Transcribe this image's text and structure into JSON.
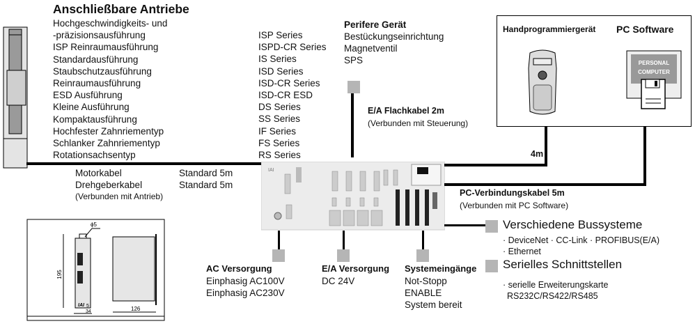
{
  "actuators": {
    "title": "Anschließbare Antriebe",
    "types": [
      "Hochgeschwindigkeits- und",
      "-präzisionsausführung",
      "ISP Reinraumausführung",
      "Standardausführung",
      "Staubschutzausführung",
      "Reinraumausführung",
      "ESD Ausführung",
      "Kleine Ausführung",
      "Kompaktausführung",
      "Hochfester Zahnriementyp",
      "Schlanker Zahnriementyp",
      "Rotationsachsentyp"
    ],
    "series": [
      "ISP Series",
      "ISPD-CR Series",
      "IS Series",
      "ISD Series",
      "ISD-CR Series",
      "ISD-CR ESD",
      "DS Series",
      "SS Series",
      "IF Series",
      "FS Series",
      "RS Series"
    ]
  },
  "cables": {
    "motor": "Motorkabel",
    "encoder": "Drehgeberkabel",
    "actuator_note": "(Verbunden mit Antrieb)",
    "motor_len": "Standard 5m",
    "encoder_len": "Standard 5m",
    "io_flat": "E/A Flachkabel 2m",
    "io_flat_note": "(Verbunden mit Steuerung)",
    "pendant_len": "4m",
    "pc_cable": "PC-Verbindungskabel 5m",
    "pc_cable_note": "(Verbunden mit PC Software)"
  },
  "peripheral": {
    "title": "Perifere Gerät",
    "items": [
      "Bestückungseinrichtung",
      "Magnetventil",
      "SPS"
    ]
  },
  "tools": {
    "pendant": "Handprogrammiergerät",
    "pc_software": "PC Software",
    "pc_screen": [
      "PERSONAL",
      "COMPUTER"
    ]
  },
  "bus": {
    "title": "Verschiedene Bussysteme",
    "line1": "· DeviceNet  · CC-Link · PROFIBUS(E/A)",
    "line2": "· Ethernet"
  },
  "serial": {
    "title": "Serielles Schnittstellen",
    "line1": "· serielle Erweiterungskarte",
    "line2": "RS232C/RS422/RS485"
  },
  "ac_supply": {
    "title": "AC Versorgung",
    "lines": [
      "Einphasig  AC100V",
      "Einphasig  AC230V"
    ]
  },
  "io_supply": {
    "title": "E/A Versorgung",
    "lines": [
      "DC 24V"
    ]
  },
  "system_inputs": {
    "title": "Systemeingänge",
    "lines": [
      "Not-Stopp",
      "ENABLE",
      "System bereit"
    ]
  },
  "dimensions": {
    "phi": "ϕ5",
    "height": "195",
    "small": "5",
    "depth": "34",
    "width": "126",
    "logo": "IAI"
  }
}
